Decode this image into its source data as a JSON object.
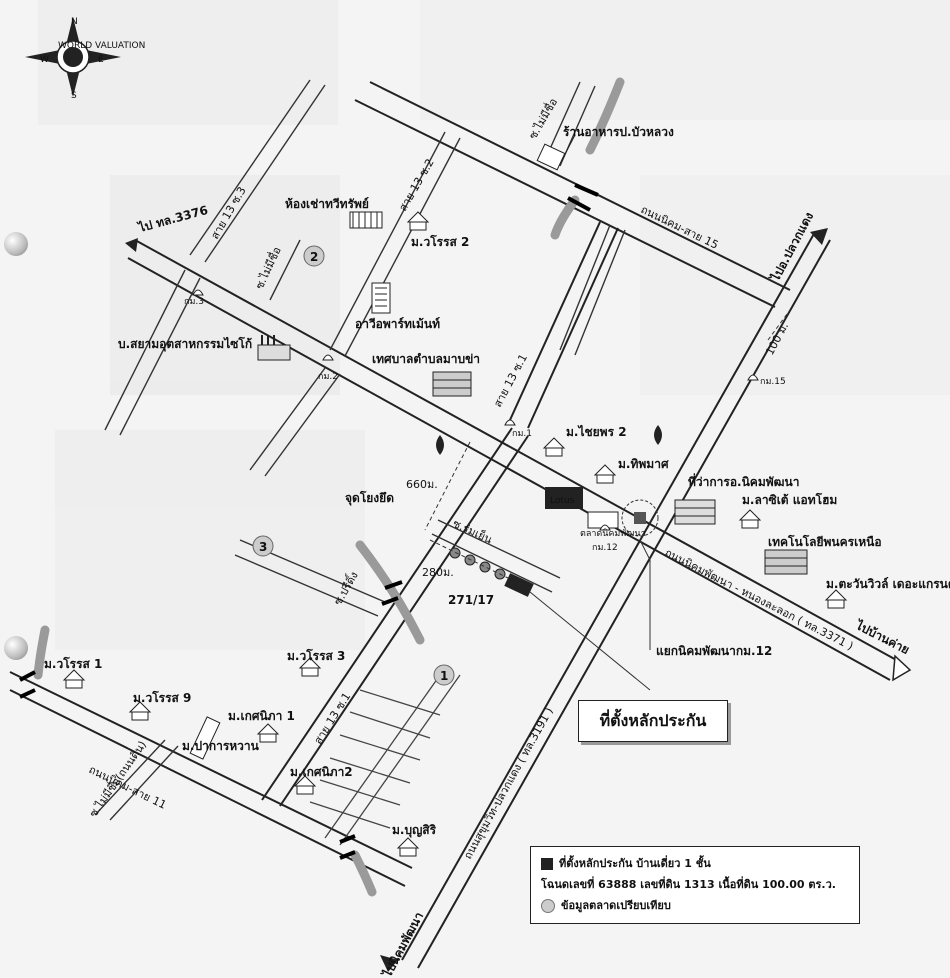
{
  "compass": {
    "north": "N",
    "south": "S",
    "east": "E",
    "west": "W",
    "ring_text": "WORLD VALUATION"
  },
  "roads": {
    "nikhom_15": "ถนนนิคม-สาย 15",
    "nikhom_11": "ถนนนิคม-สาย 11",
    "sukhumvit": "ถนนสุขุมวิท-ปลวกแดง ( ทล.3191 )",
    "nongkhok": "ถนนนิคมพัฒนา - หนองละลอก ( ทล.3371 )",
    "sai13_3": "สาย 13 ซ.3",
    "sai13_2": "สาย 13 ซ.2",
    "sai13_1_upper": "สาย 13 ซ.1",
    "sai13_1_lower": "สาย 13 ซ.1",
    "soi_mai_chue_top": "ซ.ไม่มีชื่อ",
    "soi_mai_chue_mid": "ซ.ไม่มีชื่อ",
    "soi_mai_chue_left": "ซ.ไม่มีชื่อ(ถนนดิน)",
    "soi_rom_yen": "ซ.ร่มเย็น",
    "soi_prueng": "ซ.ปรีดิ์ง"
  },
  "directions": {
    "to_3376": "ไป ทล.3376",
    "to_pluak_daeng": "ไปอ.ปลวกแดง",
    "to_ban_khai": "ไปบ้านค่าย",
    "to_nikhom_phatthana": "ไปนิคมพัฒนา"
  },
  "places": {
    "restaurant": "ร้านอาหารป.บัวหลวง",
    "shophouse": "ห้องเช่าทวีทรัพย์",
    "m_woraros2": "ม.วโรรส 2",
    "apartment": "อาวีอพาร์ทเม้นท์",
    "factory": "บ.สยามอุตสาหกรรมไซโก้",
    "municipality": "เทศบาลตำบลมาบข่า",
    "m_chaiyaporn2": "ม.ไชยพร 2",
    "m_thipmat": "ม.ทิพมาศ",
    "district_office": "ที่ว่าการอ.นิคมพัฒนา",
    "m_lacity": "ม.ลาซิเต้ แอทโฮม",
    "tech_school": "เทคโนโลยีพนครเหนือ",
    "m_tawanwill": "ม.ตะวันวิวล์ เดอะแกรนด์",
    "lotus": "Lotus",
    "market": "ตลาดนิคมพัฒนา",
    "m_woraros1": "ม.วโรรส 1",
    "m_woraros9": "ม.วโรรส 9",
    "m_woraros3": "ม.วโรรส 3",
    "m_kesnipa1": "ม.เกศนิภา 1",
    "m_kesnipa2": "ม.เกศนิภา2",
    "m_boonsiri": "ม.บุญสิริ",
    "m_pakarn": "ม.ปาการหวาน",
    "jut_yong": "จุดโยงยึด",
    "intersection": "แยกนิคมพัฒนากม.12"
  },
  "markers": {
    "km1": "กม.1",
    "km2": "กม.2",
    "km3": "กม.3",
    "km12": "กม.12",
    "km15": "กม.15"
  },
  "distances": {
    "d660": "660ม.",
    "d280": "280ม.",
    "d100": "100 ม."
  },
  "plot_no": "271/17",
  "comparables": [
    "1",
    "2",
    "3"
  ],
  "callout": "ที่ตั้งหลักประกัน",
  "legend": {
    "item1": "ที่ตั้งหลักประกัน บ้านเดี่ยว 1 ชั้น",
    "item2": "โฉนดเลขที่ 63888 เลขที่ดิน 1313  เนื้อที่ดิน 100.00 ตร.ว.",
    "item3": "ข้อมูลตลาดเปรียบเทียบ"
  }
}
